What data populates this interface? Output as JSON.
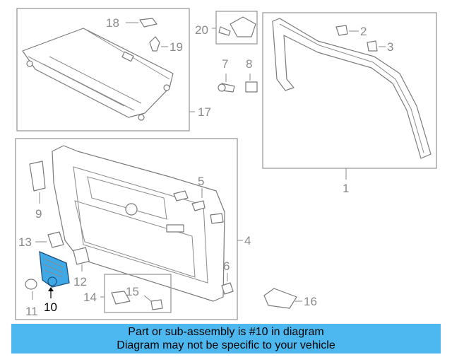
{
  "callouts": {
    "c1": "1",
    "c2": "2",
    "c3": "3",
    "c4": "4",
    "c5": "5",
    "c6": "6",
    "c7": "7",
    "c8": "8",
    "c9": "9",
    "c10": "10",
    "c11": "11",
    "c12": "12",
    "c13": "13",
    "c14": "14",
    "c15": "15",
    "c16": "16",
    "c17": "17",
    "c18": "18",
    "c19": "19",
    "c20": "20"
  },
  "highlighted_part": "10",
  "colors": {
    "highlight_fill": "#3fa9e8",
    "banner_bg": "#4db8f0",
    "line": "#8a8a8a"
  },
  "banner": {
    "line1": "Part or sub-assembly is #10 in diagram",
    "line2": "Diagram may not be specific to your vehicle"
  }
}
